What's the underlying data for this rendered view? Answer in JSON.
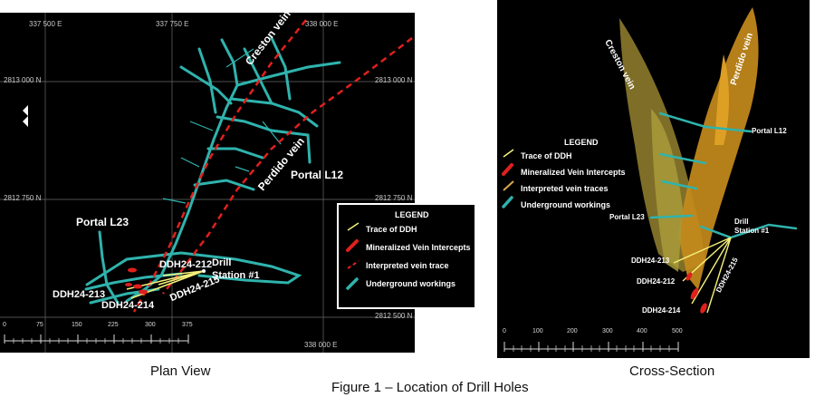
{
  "caption": "Figure 1 – Location of Drill Holes",
  "plan_view": {
    "caption": "Plan View",
    "grid_labels": {
      "e1": "337 500 E",
      "e2": "337 750 E",
      "e3": "338 000 E",
      "e4": "338 000 E",
      "n1_left": "2813 000 N",
      "n1_right": "2813 000 N",
      "n2_left": "2812 750 N",
      "n2_right": "2812 750 N",
      "n3_right": "2812 500 N"
    },
    "labels": {
      "creston_vein": "Creston vein",
      "perdido_vein": "Perdido vein",
      "portal_l12": "Portal L12",
      "portal_l23": "Portal L23",
      "ddh212": "DDH24-212",
      "ddh215": "DDH24-215",
      "ddh213": "DDH24-213",
      "ddh214": "DDH24-214",
      "drill_station_1": "Drill",
      "drill_station_2": "Station #1"
    },
    "legend": {
      "title": "LEGEND",
      "items": [
        {
          "label": "Trace of DDH",
          "color": "#f5f07a"
        },
        {
          "label": "Mineralized Vein Intercepts",
          "color": "#e0201c"
        },
        {
          "label": "Interpreted vein trace",
          "color": "#e0201c"
        },
        {
          "label": "Underground workings",
          "color": "#2fb3ad"
        }
      ]
    },
    "scale_ticks": [
      "0",
      "75",
      "150",
      "225",
      "300",
      "375"
    ]
  },
  "cross_section": {
    "caption": "Cross-Section",
    "labels": {
      "creston_vein": "Creston vein",
      "perdido_vein": "Perdido vein",
      "portal_l12": "Portal L12",
      "portal_l23": "Portal L23",
      "drill_station_1": "Drill",
      "drill_station_2": "Station #1",
      "ddh213": "DDH24-213",
      "ddh212": "DDH24-212",
      "ddh215": "DDH24-215",
      "ddh214": "DDH24-214"
    },
    "legend": {
      "title": "LEGEND",
      "items": [
        {
          "label": "Trace of DDH",
          "color": "#f5f07a"
        },
        {
          "label": "Mineralized Vein Intercepts",
          "color": "#e0201c"
        },
        {
          "label": "Interpreted vein traces",
          "color": "#d9a94a"
        },
        {
          "label": "Underground workings",
          "color": "#2fb3ad"
        }
      ]
    },
    "scale_ticks": [
      "0",
      "100",
      "200",
      "300",
      "400",
      "500"
    ]
  }
}
